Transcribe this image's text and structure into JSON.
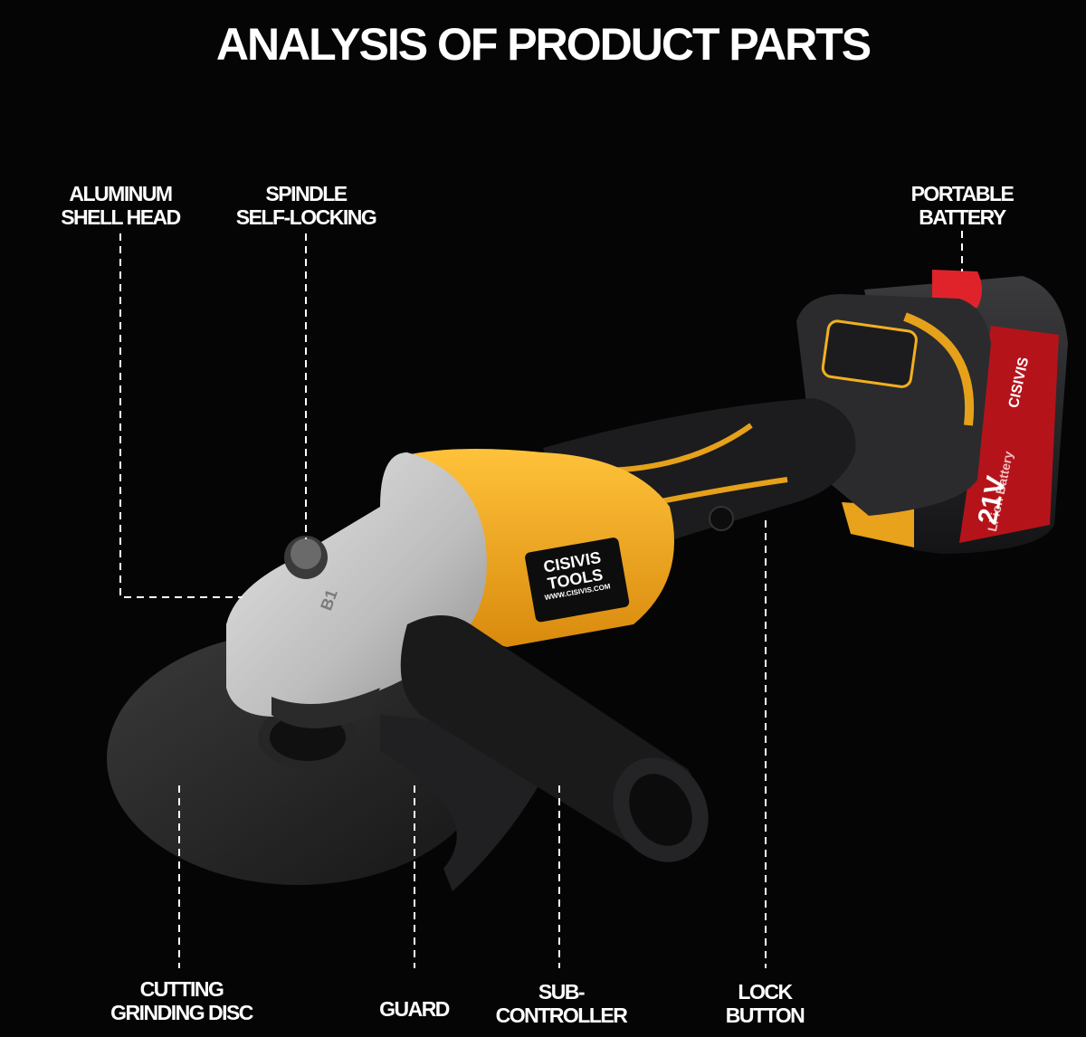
{
  "title": "ANALYSIS OF PRODUCT PARTS",
  "labels": {
    "aluminum_shell_head": [
      "ALUMINUM",
      "SHELL HEAD"
    ],
    "spindle_self_locking": [
      "SPINDLE",
      "SELF-LOCKING"
    ],
    "portable_battery": [
      "PORTABLE",
      "BATTERY"
    ],
    "cutting_grinding_disc": [
      "CUTTING",
      "GRINDING DISC"
    ],
    "guard": [
      "GUARD"
    ],
    "sub_controller": [
      "SUB-",
      "CONTROLLER"
    ],
    "lock_button": [
      "LOCK",
      "BUTTON"
    ]
  },
  "branding": {
    "brand_line1": "CISIVIS",
    "brand_line2": "TOOLS",
    "website": "WWW.CISIVIS.COM",
    "battery_brand": "CISIVIS",
    "battery_voltage": "21V",
    "battery_type": "Li-ion Battery",
    "head_marking": "B1"
  },
  "colors": {
    "background": "#050505",
    "body_yellow": "#f2a81d",
    "handle_black": "#1c1c1e",
    "head_silver": "#c9c9c9",
    "battery_red": "#d21c22",
    "label_text": "#ffffff",
    "leader_line": "#ffffff"
  }
}
